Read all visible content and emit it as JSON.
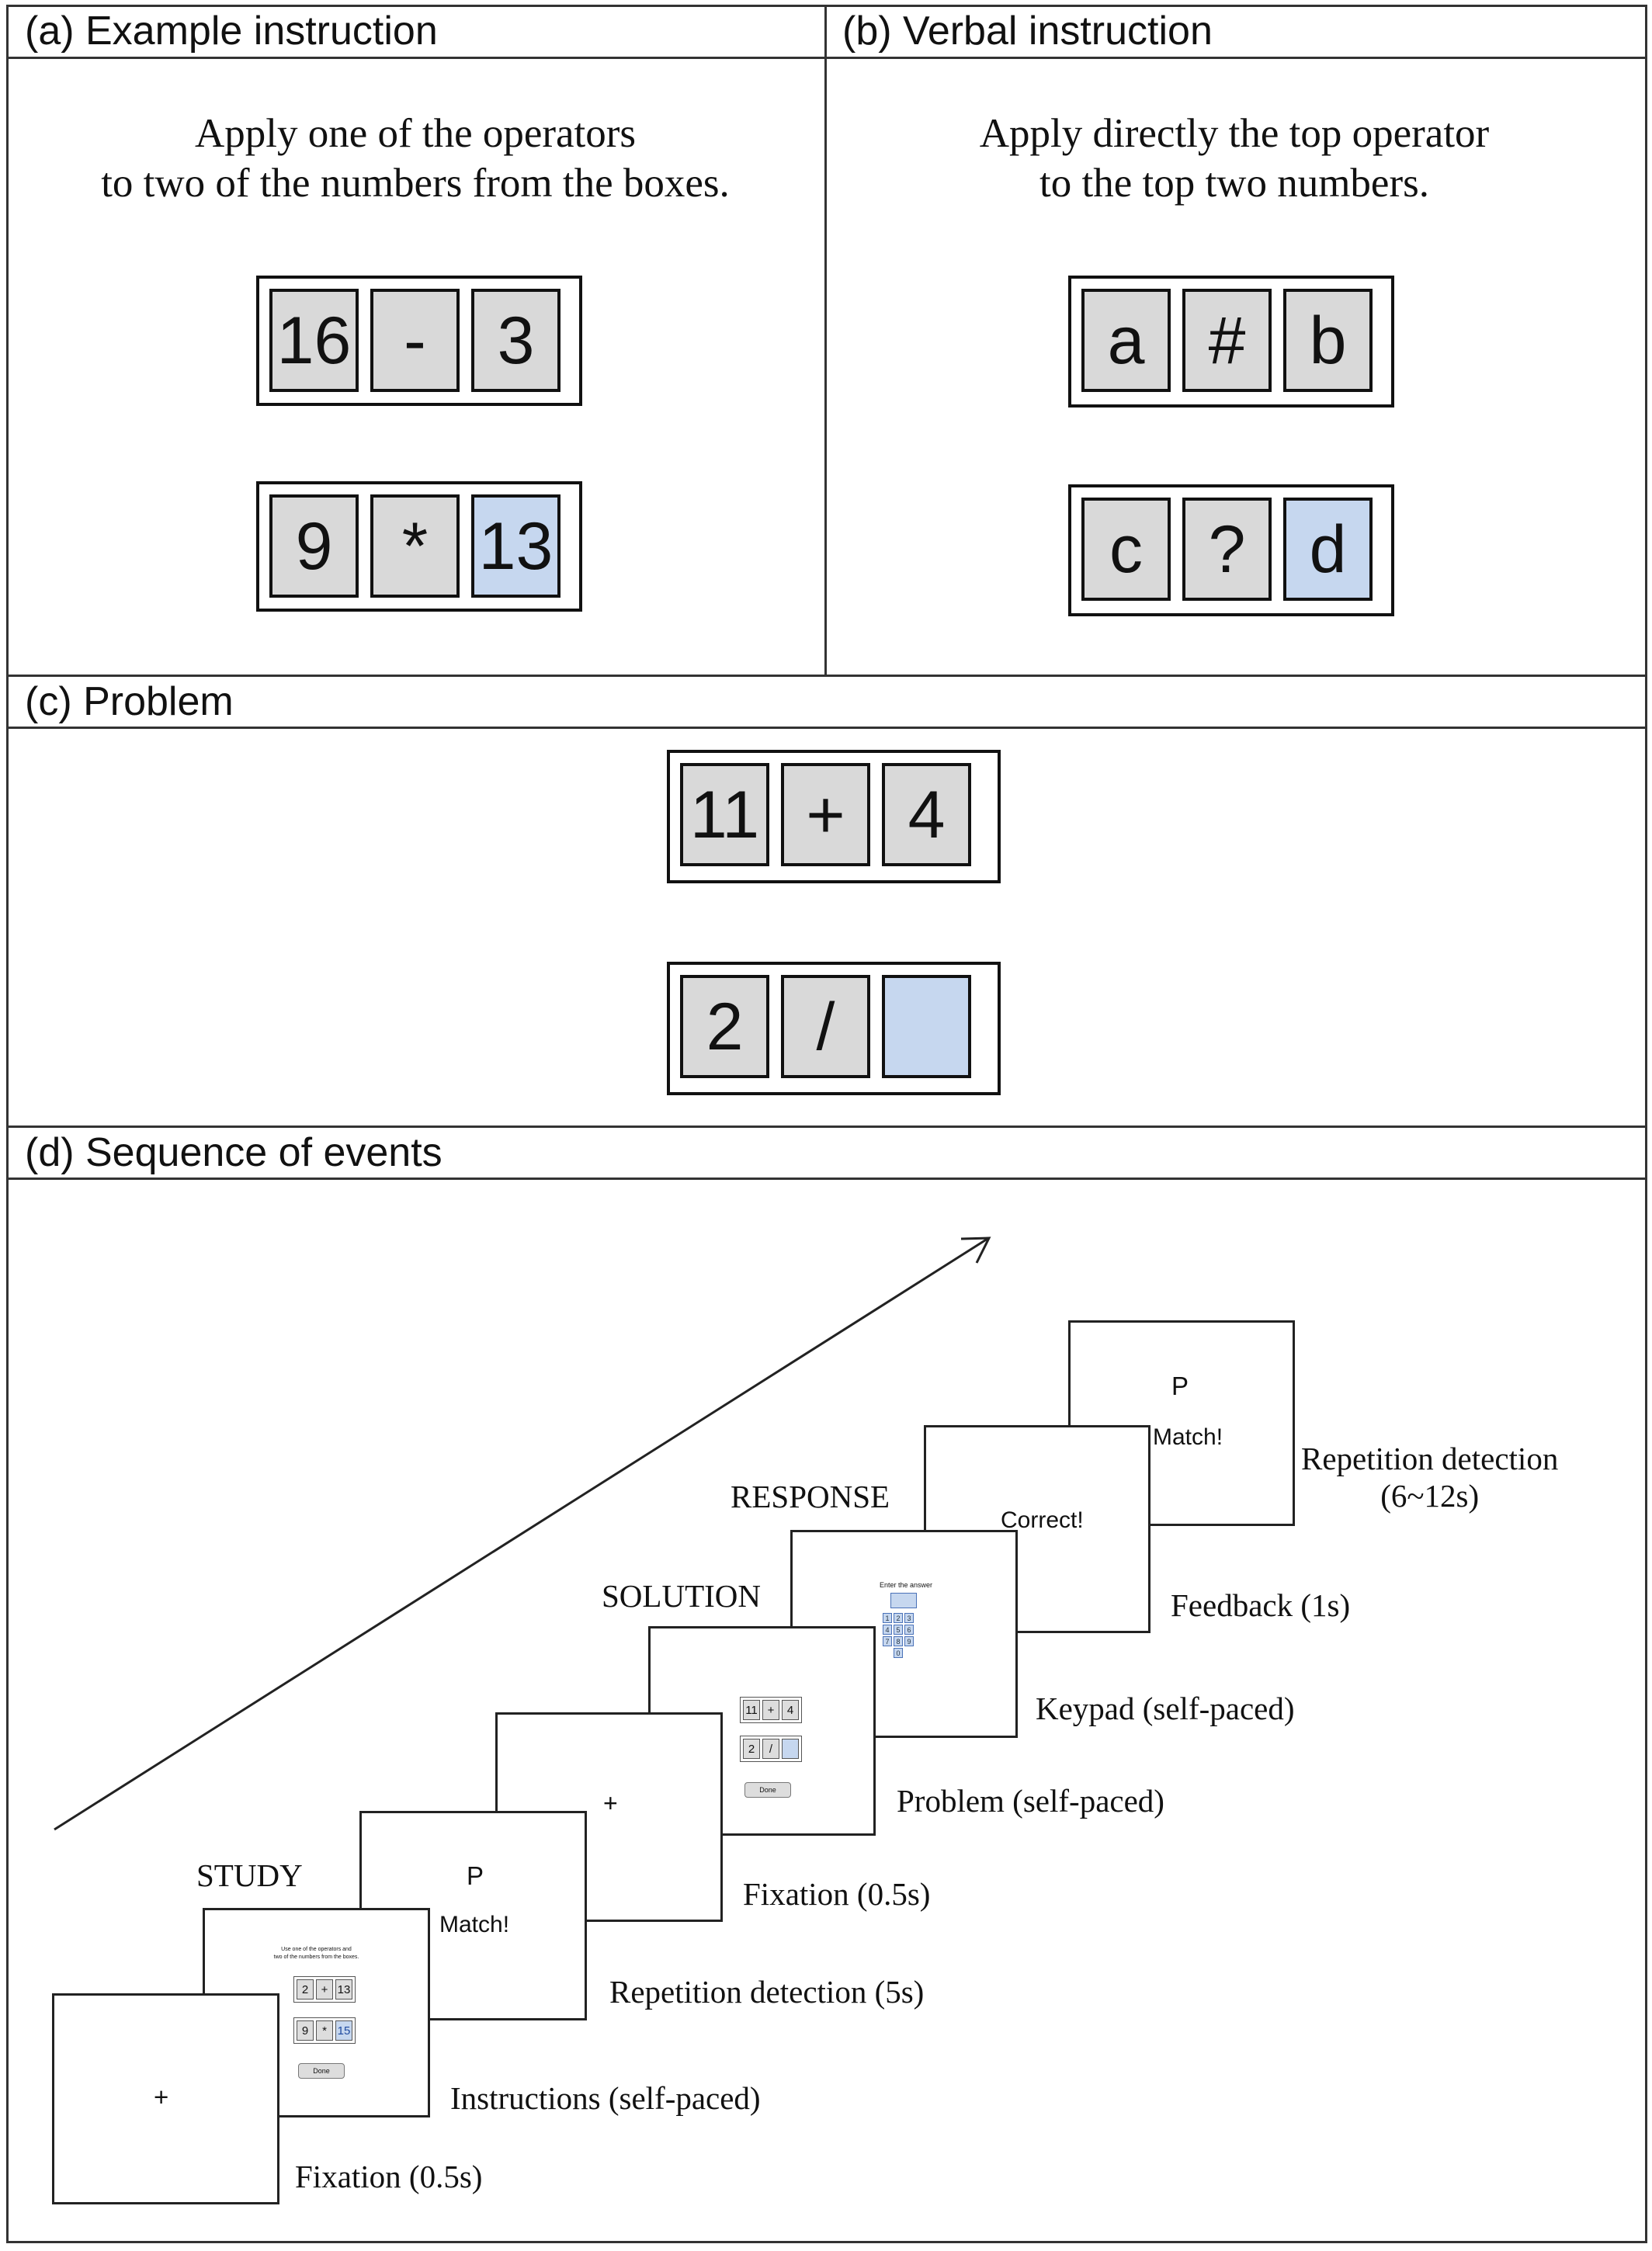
{
  "panels": {
    "a": {
      "title": "(a) Example instruction",
      "instruction_line1": "Apply one of the operators",
      "instruction_line2": "to two of the numbers from the boxes.",
      "row1": [
        "16",
        "-",
        "3"
      ],
      "row2": [
        "9",
        "*",
        "13"
      ]
    },
    "b": {
      "title": "(b) Verbal instruction",
      "instruction_line1": "Apply directly the top operator",
      "instruction_line2": "to the top two numbers.",
      "row1": [
        "a",
        "#",
        "b"
      ],
      "row2": [
        "c",
        "?",
        "d"
      ]
    },
    "c": {
      "title": "(c) Problem",
      "row1": [
        "11",
        "+",
        "4"
      ],
      "row2": [
        "2",
        "/",
        ""
      ]
    },
    "d": {
      "title": "(d) Sequence of events",
      "phases": {
        "study": "STUDY",
        "solution": "SOLUTION",
        "response": "RESPONSE"
      },
      "screens": {
        "fixation1": {
          "symbol": "+",
          "label": "Fixation (0.5s)"
        },
        "instructions": {
          "label": "Instructions (self-paced)",
          "mini_text_line1": "Use one of the operators and",
          "mini_text_line2": "two of the numbers from the boxes.",
          "row1": [
            "2",
            "+",
            "13"
          ],
          "row2": [
            "9",
            "*",
            "15"
          ],
          "done": "Done"
        },
        "repetition1": {
          "letter": "P",
          "match": "Match!",
          "label": "Repetition detection (5s)"
        },
        "fixation2": {
          "symbol": "+",
          "label": "Fixation (0.5s)"
        },
        "problem": {
          "label": "Problem (self-paced)",
          "row1": [
            "11",
            "+",
            "4"
          ],
          "row2": [
            "2",
            "/",
            ""
          ],
          "done": "Done"
        },
        "keypad": {
          "label": "Keypad (self-paced)",
          "prompt": "Enter the answer",
          "keys": [
            "1",
            "2",
            "3",
            "4",
            "5",
            "6",
            "7",
            "8",
            "9",
            "0"
          ]
        },
        "feedback": {
          "text": "Correct!",
          "label": "Feedback (1s)"
        },
        "repetition2": {
          "letter": "P",
          "match": "Match!",
          "label_line1": "Repetition detection",
          "label_line2": "(6~12s)"
        }
      }
    }
  },
  "colors": {
    "highlight": "#c6d7ef",
    "cell": "#d9d9d9",
    "border": "#111111"
  }
}
